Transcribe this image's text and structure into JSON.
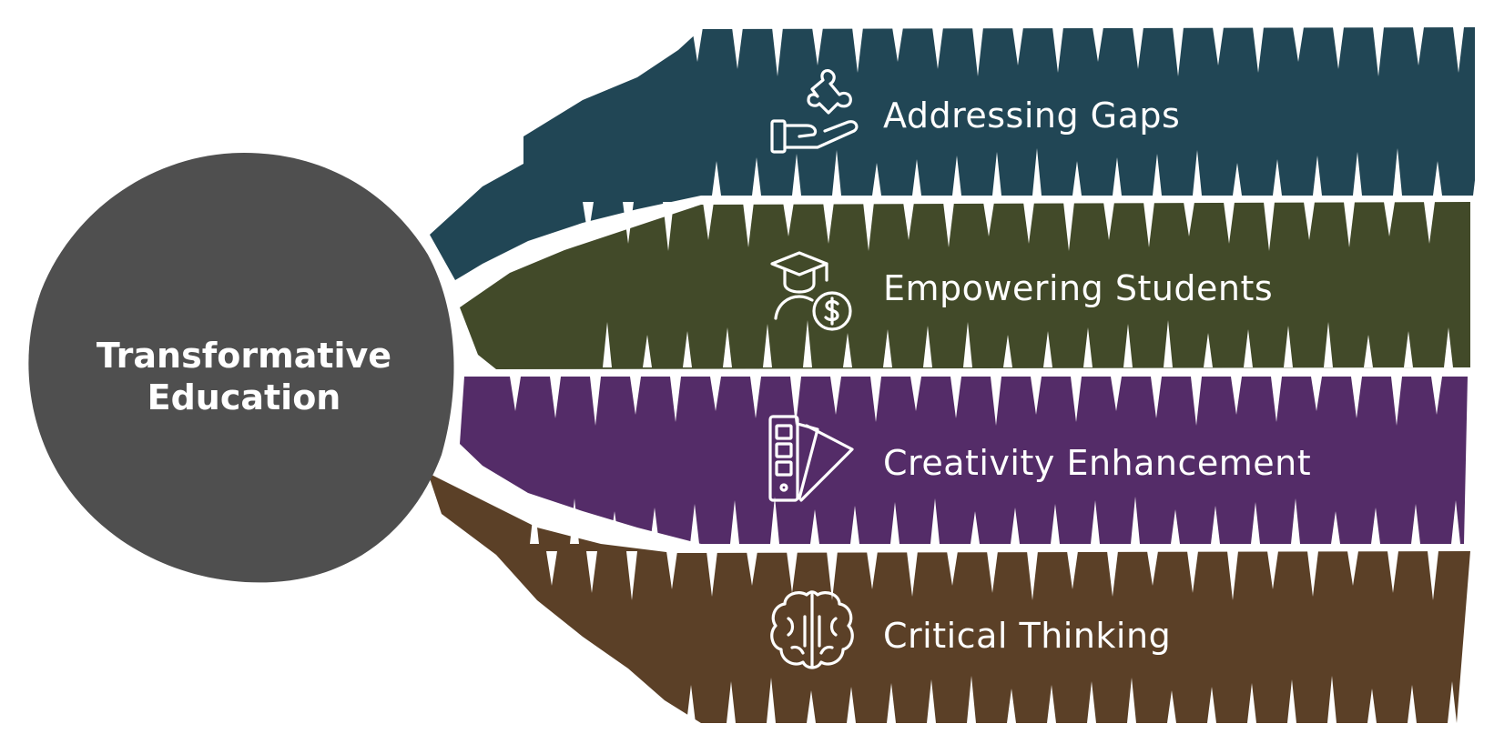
{
  "hub": {
    "title_line1": "Transformative",
    "title_line2": "Education",
    "color": "#4f4f4f"
  },
  "branches": [
    {
      "label": "Addressing Gaps",
      "icon": "puzzle-hand-icon",
      "color": "#214655"
    },
    {
      "label": "Empowering Students",
      "icon": "graduate-coin-icon",
      "color": "#424a29"
    },
    {
      "label": "Creativity Enhancement",
      "icon": "swatch-cards-icon",
      "color": "#542c68"
    },
    {
      "label": "Critical Thinking",
      "icon": "brain-icon",
      "color": "#5b4027"
    }
  ]
}
